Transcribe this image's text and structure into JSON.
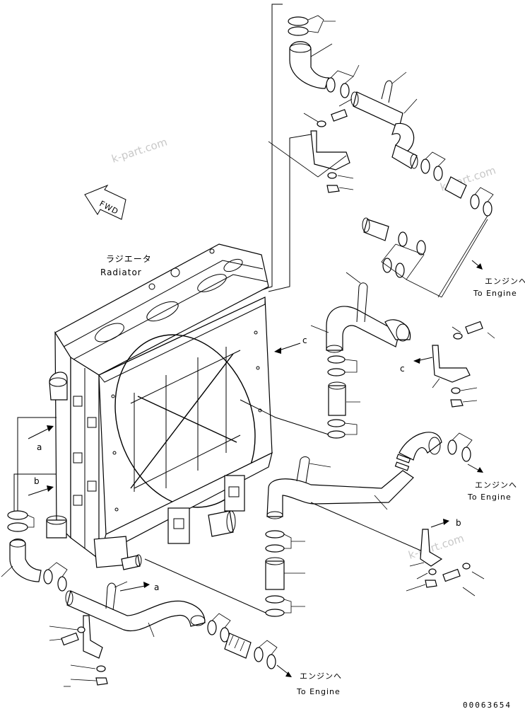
{
  "labels": {
    "radiator_jp": "ラジエータ",
    "radiator_en": "Radiator",
    "fwd": "FWD",
    "to_engine_jp": "エンジンへ",
    "to_engine_en": "To Engine",
    "ref_a": "a",
    "ref_b": "b",
    "ref_c": "c"
  },
  "watermark": "k-part.com",
  "drawing_code": "00063654",
  "colors": {
    "line": "#000000",
    "background": "#ffffff",
    "watermark": "#c8c8c8"
  }
}
